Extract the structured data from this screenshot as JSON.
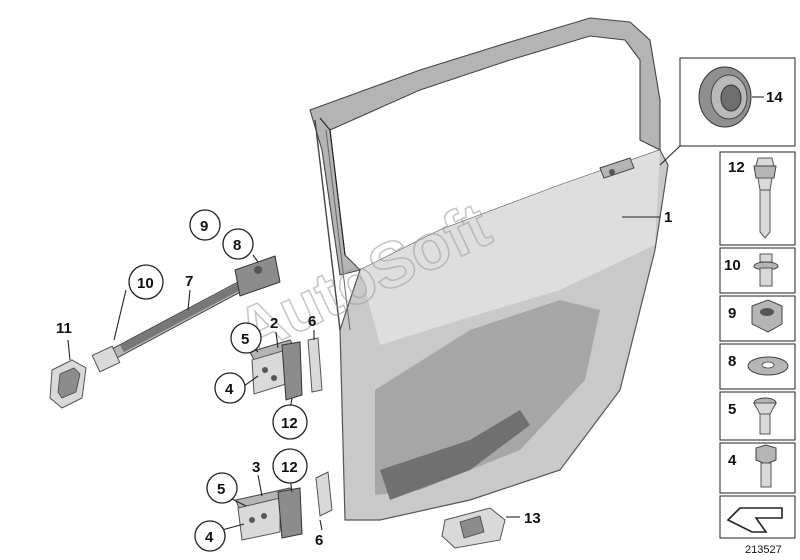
{
  "watermark": "AutoSoft",
  "drawing_number": "213527",
  "callouts": [
    {
      "id": "c1",
      "label": "1"
    },
    {
      "id": "c2",
      "label": "2"
    },
    {
      "id": "c3",
      "label": "3"
    },
    {
      "id": "c4a",
      "label": "4"
    },
    {
      "id": "c4b",
      "label": "4"
    },
    {
      "id": "c5a",
      "label": "5"
    },
    {
      "id": "c5b",
      "label": "5"
    },
    {
      "id": "c6a",
      "label": "6"
    },
    {
      "id": "c6b",
      "label": "6"
    },
    {
      "id": "c7",
      "label": "7"
    },
    {
      "id": "c8",
      "label": "8"
    },
    {
      "id": "c9",
      "label": "9"
    },
    {
      "id": "c10",
      "label": "10"
    },
    {
      "id": "c11",
      "label": "11"
    },
    {
      "id": "c12a",
      "label": "12"
    },
    {
      "id": "c12b",
      "label": "12"
    },
    {
      "id": "c13",
      "label": "13"
    },
    {
      "id": "c14",
      "label": "14"
    }
  ],
  "legend": [
    {
      "label": "12",
      "icon": "push-rivet-icon"
    },
    {
      "label": "10",
      "icon": "stud-bolt-icon"
    },
    {
      "label": "9",
      "icon": "hex-nut-icon"
    },
    {
      "label": "8",
      "icon": "washer-icon"
    },
    {
      "label": "5",
      "icon": "countersunk-screw-icon"
    },
    {
      "label": "4",
      "icon": "hex-bolt-icon"
    }
  ],
  "legend_footer_icon": "arrow-direction-icon"
}
